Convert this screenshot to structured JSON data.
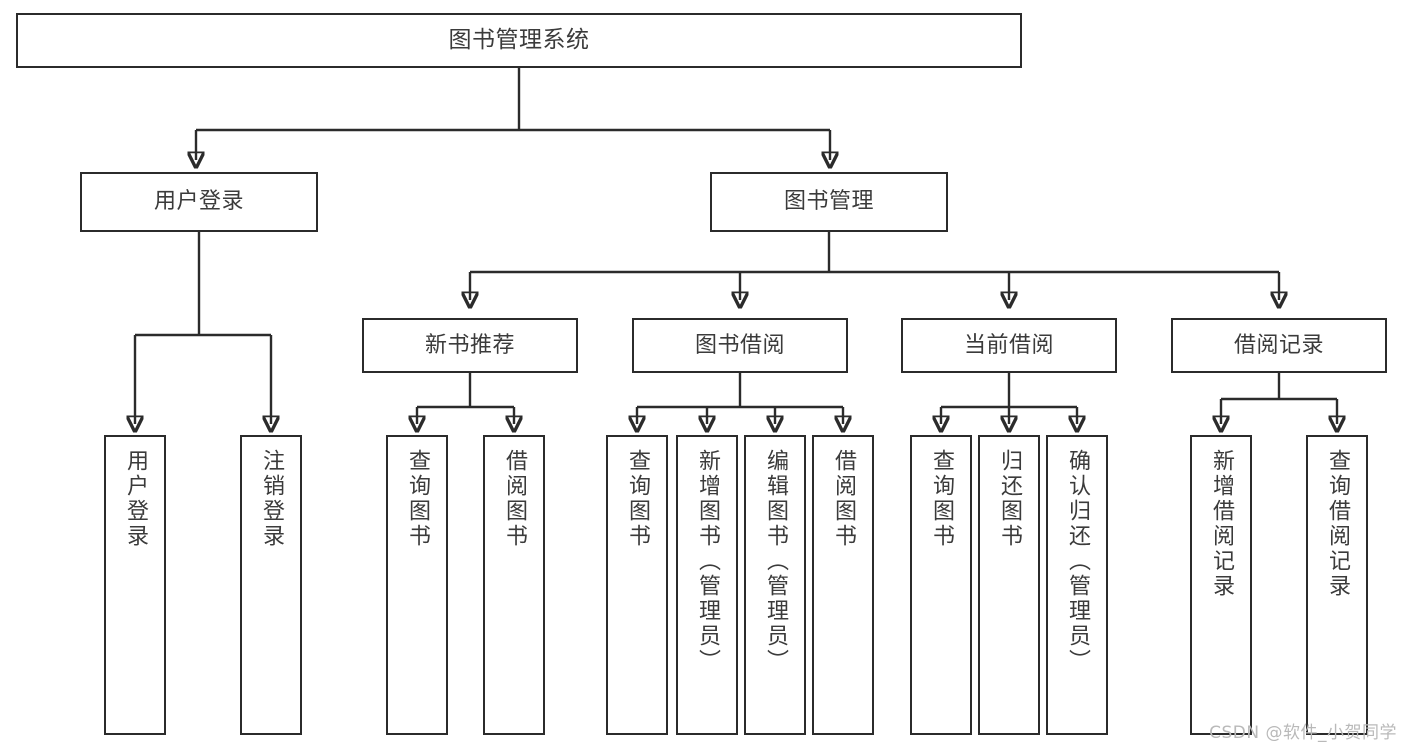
{
  "diagram": {
    "title": "图书管理系统",
    "watermark": "CSDN @软件_小贺同学",
    "accent_border_color": "#2b2b2b",
    "text_color": "#3b3b3b",
    "background_color": "#ffffff",
    "root": {
      "label": "图书管理系统"
    },
    "level2": [
      {
        "label": "用户登录"
      },
      {
        "label": "图书管理"
      }
    ],
    "level3": [
      {
        "label": "新书推荐"
      },
      {
        "label": "图书借阅"
      },
      {
        "label": "当前借阅"
      },
      {
        "label": "借阅记录"
      }
    ],
    "leaves": {
      "user_login": [
        {
          "label": "用户登录"
        },
        {
          "label": "注销登录"
        }
      ],
      "new_book_recommend": [
        {
          "label": "查询图书"
        },
        {
          "label": "借阅图书"
        }
      ],
      "book_borrow": [
        {
          "label": "查询图书"
        },
        {
          "label": "新增图书（管理员）"
        },
        {
          "label": "编辑图书（管理员）"
        },
        {
          "label": "借阅图书"
        }
      ],
      "current_borrow": [
        {
          "label": "查询图书"
        },
        {
          "label": "归还图书"
        },
        {
          "label": "确认归还（管理员）"
        }
      ],
      "borrow_records": [
        {
          "label": "新增借阅记录"
        },
        {
          "label": "查询借阅记录"
        }
      ]
    }
  }
}
